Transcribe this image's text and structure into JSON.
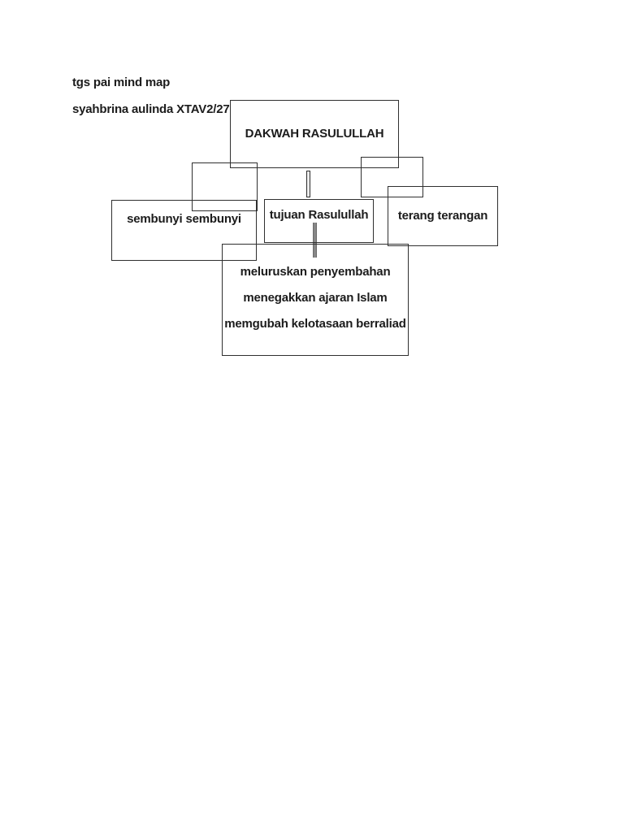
{
  "header": {
    "line1": "tgs pai mind map",
    "line2": "syahbrina aulinda XTAV2/27"
  },
  "mindmap": {
    "root_label": "DAKWAH RASULULLAH",
    "left_label": "sembunyi sembunyi",
    "center_label": "tujuan Rasulullah",
    "right_label": "terang terangan",
    "detail_lines": [
      "meluruskan penyembahan",
      "menegakkan ajaran Islam",
      "memgubah kelotasaan berraliad"
    ]
  },
  "colors": {
    "page_background": "#ffffff",
    "box_border": "#2f2f2f",
    "connector_gray": "#878787",
    "text": "#1c1c1c"
  }
}
